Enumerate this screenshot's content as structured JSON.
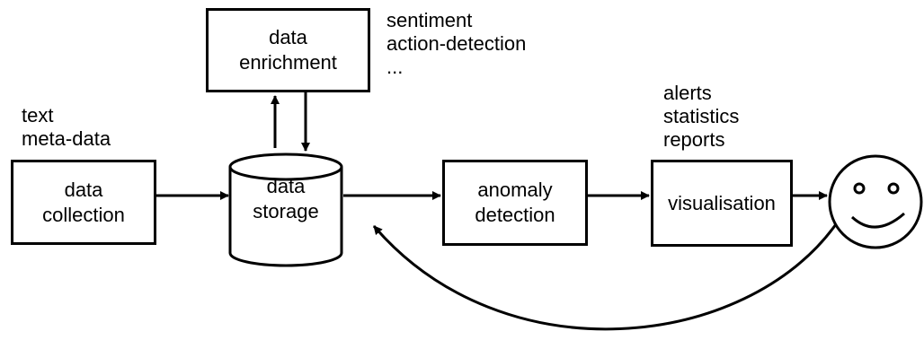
{
  "nodes": {
    "data_collection": [
      "data",
      "collection"
    ],
    "data_storage": [
      "data",
      "storage"
    ],
    "data_enrichment": [
      "data",
      "enrichment"
    ],
    "anomaly_detection": [
      "anomaly",
      "detection"
    ],
    "visualisation": [
      "visualisation"
    ]
  },
  "annotations": {
    "collection_inputs": [
      "text",
      "meta-data"
    ],
    "enrichment_examples": [
      "sentiment",
      "action-detection",
      "..."
    ],
    "outputs": [
      "alerts",
      "statistics",
      "reports"
    ]
  },
  "icons": {
    "user": "smiley-face-icon"
  },
  "colors": {
    "stroke": "#000000",
    "background": "#ffffff"
  }
}
